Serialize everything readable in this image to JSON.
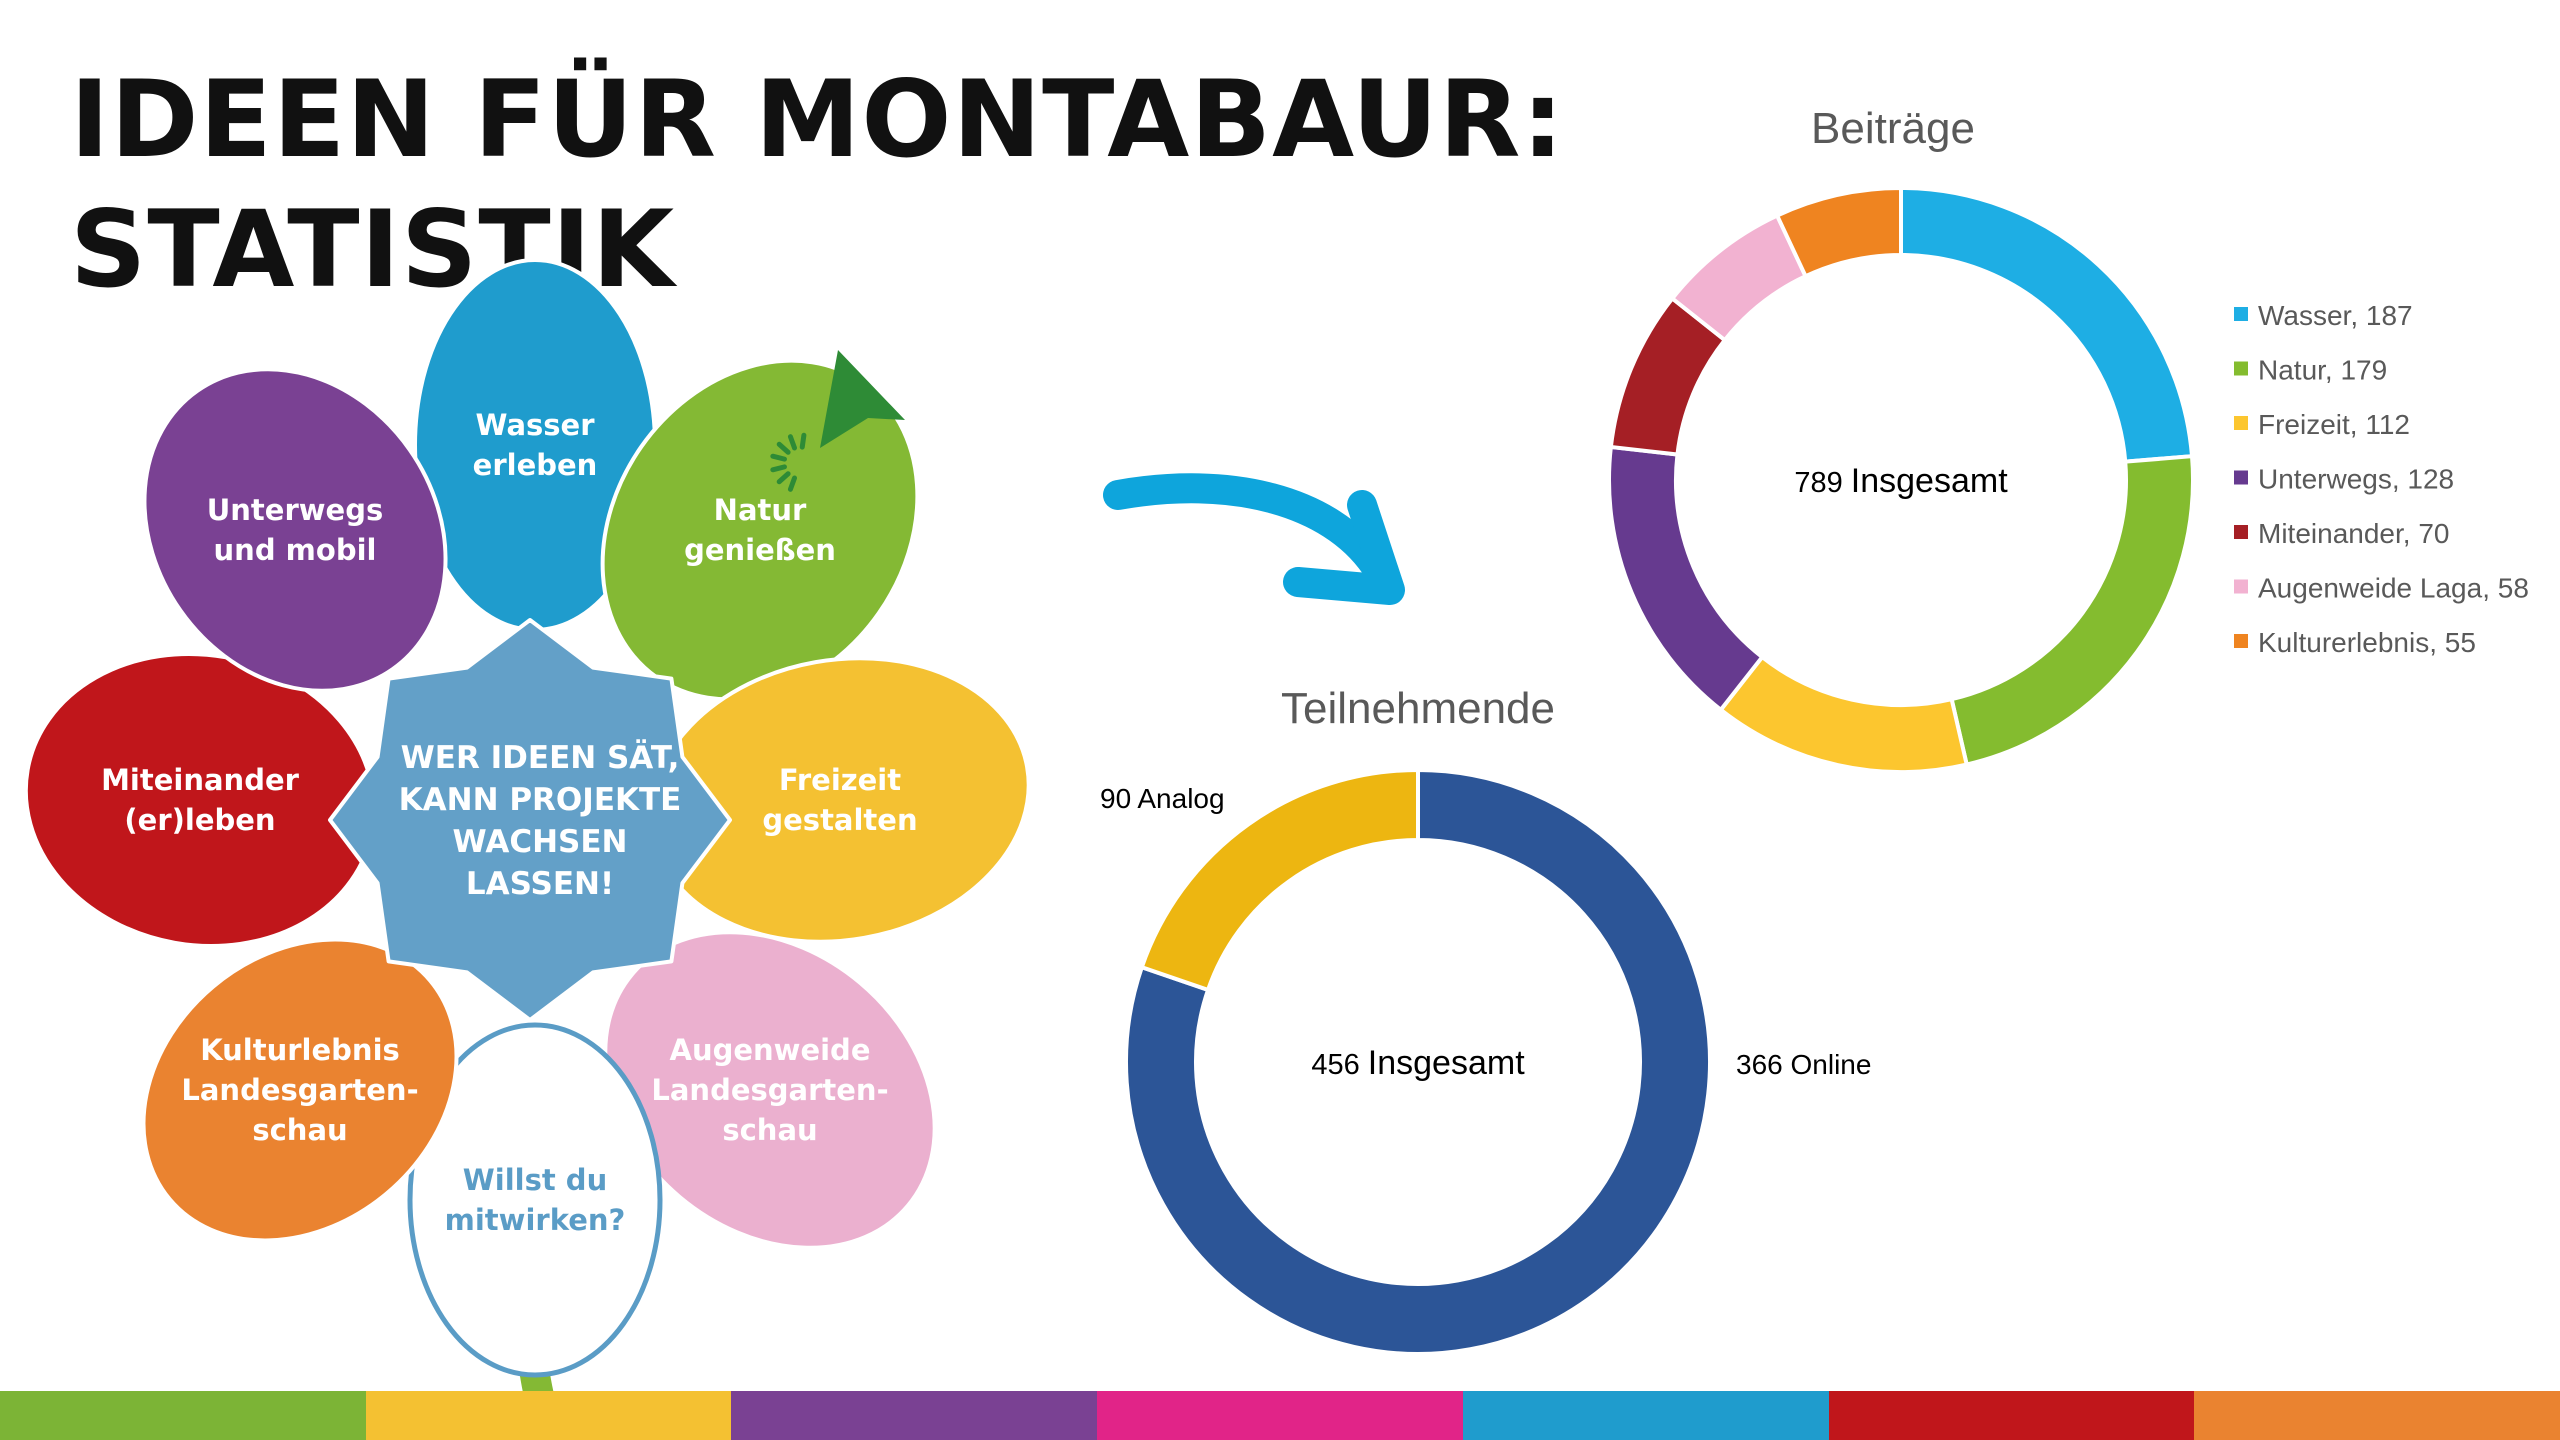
{
  "page": {
    "title_line1": "IDEEN FÜR MONTABAUR:",
    "title_line2": "STATISTIK"
  },
  "flower": {
    "center": [
      "WER IDEEN SÄT,",
      "KANN PROJEKTE",
      "WACHSEN",
      "LASSEN!"
    ],
    "petals": [
      {
        "key": "wasser",
        "lines": [
          "Wasser",
          "erleben"
        ],
        "color": "#1f9ccd",
        "text_color": "#ffffff"
      },
      {
        "key": "natur",
        "lines": [
          "Natur",
          "genießen"
        ],
        "color": "#84b934",
        "text_color": "#ffffff"
      },
      {
        "key": "freizeit",
        "lines": [
          "Freizeit",
          "gestalten"
        ],
        "color": "#f4c132",
        "text_color": "#ffffff"
      },
      {
        "key": "augenweide",
        "lines": [
          "Augenweide",
          "Landesgarten-",
          "schau"
        ],
        "color": "#ebb0cf",
        "text_color": "#ffffff"
      },
      {
        "key": "mitwirken",
        "lines": [
          "Willst du",
          "mitwirken?"
        ],
        "color": "#ffffff",
        "text_color": "#5a9cc6",
        "stroke": "#5a9cc6"
      },
      {
        "key": "kultur",
        "lines": [
          "Kulturlebnis",
          "Landesgarten-",
          "schau"
        ],
        "color": "#ea8330",
        "text_color": "#ffffff"
      },
      {
        "key": "miteinander",
        "lines": [
          "Miteinander",
          "(er)leben"
        ],
        "color": "#c0161b",
        "text_color": "#ffffff"
      },
      {
        "key": "unterwegs",
        "lines": [
          "Unterwegs",
          "und mobil"
        ],
        "color": "#7a4193",
        "text_color": "#ffffff"
      }
    ],
    "center_color": "#63a0c8",
    "stem_color": "#84b934",
    "cursor_color": "#2e8b36",
    "arrow_color": "#0ea5dc"
  },
  "chart_data": [
    {
      "type": "pie",
      "title": "Beiträge",
      "center_label_number": "789",
      "center_label_text": "Insgesamt",
      "categories": [
        "Wasser",
        "Natur",
        "Freizeit",
        "Unterwegs",
        "Miteinander",
        "Augenweide Laga",
        "Kulturerlebnis"
      ],
      "values": [
        187,
        179,
        112,
        128,
        70,
        58,
        55
      ],
      "colors": [
        "#1eaee4",
        "#84bc2f",
        "#fcc62f",
        "#663a8f",
        "#a51f25",
        "#f2b2d1",
        "#ef8420"
      ],
      "legend_labels": [
        "Wasser, 187",
        "Natur, 179",
        "Freizeit, 112",
        "Unterwegs, 128",
        "Miteinander, 70",
        "Augenweide Laga, 58",
        "Kulturerlebnis, 55"
      ],
      "legend": "right"
    },
    {
      "type": "pie",
      "title": "Teilnehmende",
      "center_label_number": "456",
      "center_label_text": "Insgesamt",
      "categories": [
        "Online",
        "Analog"
      ],
      "values": [
        366,
        90
      ],
      "colors": [
        "#2c5597",
        "#edb611"
      ],
      "data_labels": [
        "366 Online",
        "90 Analog"
      ],
      "legend": "none"
    }
  ],
  "bottom_bar": [
    "#7cb436",
    "#f4c132",
    "#7a4193",
    "#e12488",
    "#1f9ccd",
    "#c0161b",
    "#ea8330"
  ]
}
